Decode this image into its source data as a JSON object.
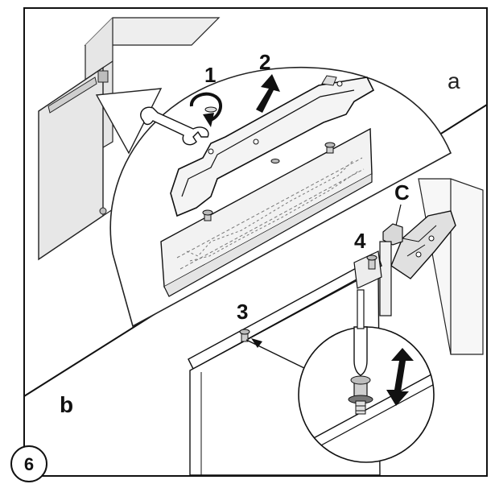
{
  "figure_number": "6",
  "panels": {
    "a": {
      "label": "a",
      "steps": [
        "1",
        "2"
      ]
    },
    "b": {
      "label": "b",
      "steps": [
        "3",
        "4",
        "C"
      ]
    }
  },
  "colors": {
    "ink": "#111111",
    "panel_fill": "#f2f2f2",
    "background": "#ffffff"
  },
  "icons": [
    "wrench-icon",
    "rotate-arrow-icon",
    "up-arrow-icon",
    "screwdriver-icon",
    "double-arrow-icon",
    "screw-icon"
  ]
}
